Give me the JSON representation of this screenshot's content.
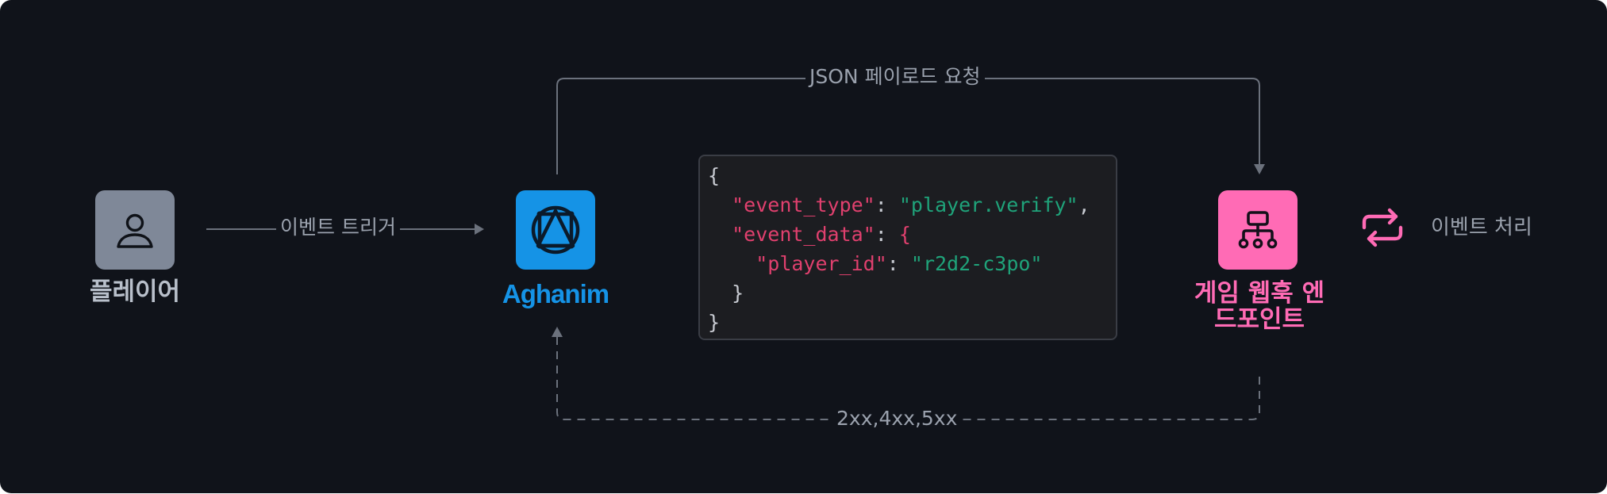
{
  "nodes": {
    "player": {
      "label": "플레이어",
      "icon": "user-icon",
      "color": "#7f8898"
    },
    "aghanim": {
      "label": "Aghanim",
      "icon": "aghanim-logo-icon",
      "color": "#1593e6"
    },
    "webhook": {
      "label_line1": "게임 웹훅 엔",
      "label_line2": "드포인트",
      "icon": "sitemap-icon",
      "color": "#ff6bb5"
    },
    "process": {
      "label": "이벤트 처리",
      "icon": "repeat-icon",
      "color": "#ff6bb5"
    }
  },
  "edges": {
    "trigger": "이벤트 트리거",
    "request": "JSON 페이로드 요청",
    "response": "2xx,4xx,5xx"
  },
  "code": {
    "open": "{",
    "event_type_key": "\"event_type\"",
    "colon": ": ",
    "event_type_value": "\"player.verify\"",
    "comma": ",",
    "event_data_key": "\"event_data\"",
    "inner_open": "{",
    "player_id_key": "\"player_id\"",
    "player_id_value": "\"r2d2-c3po\"",
    "inner_close": "}",
    "close": "}"
  }
}
